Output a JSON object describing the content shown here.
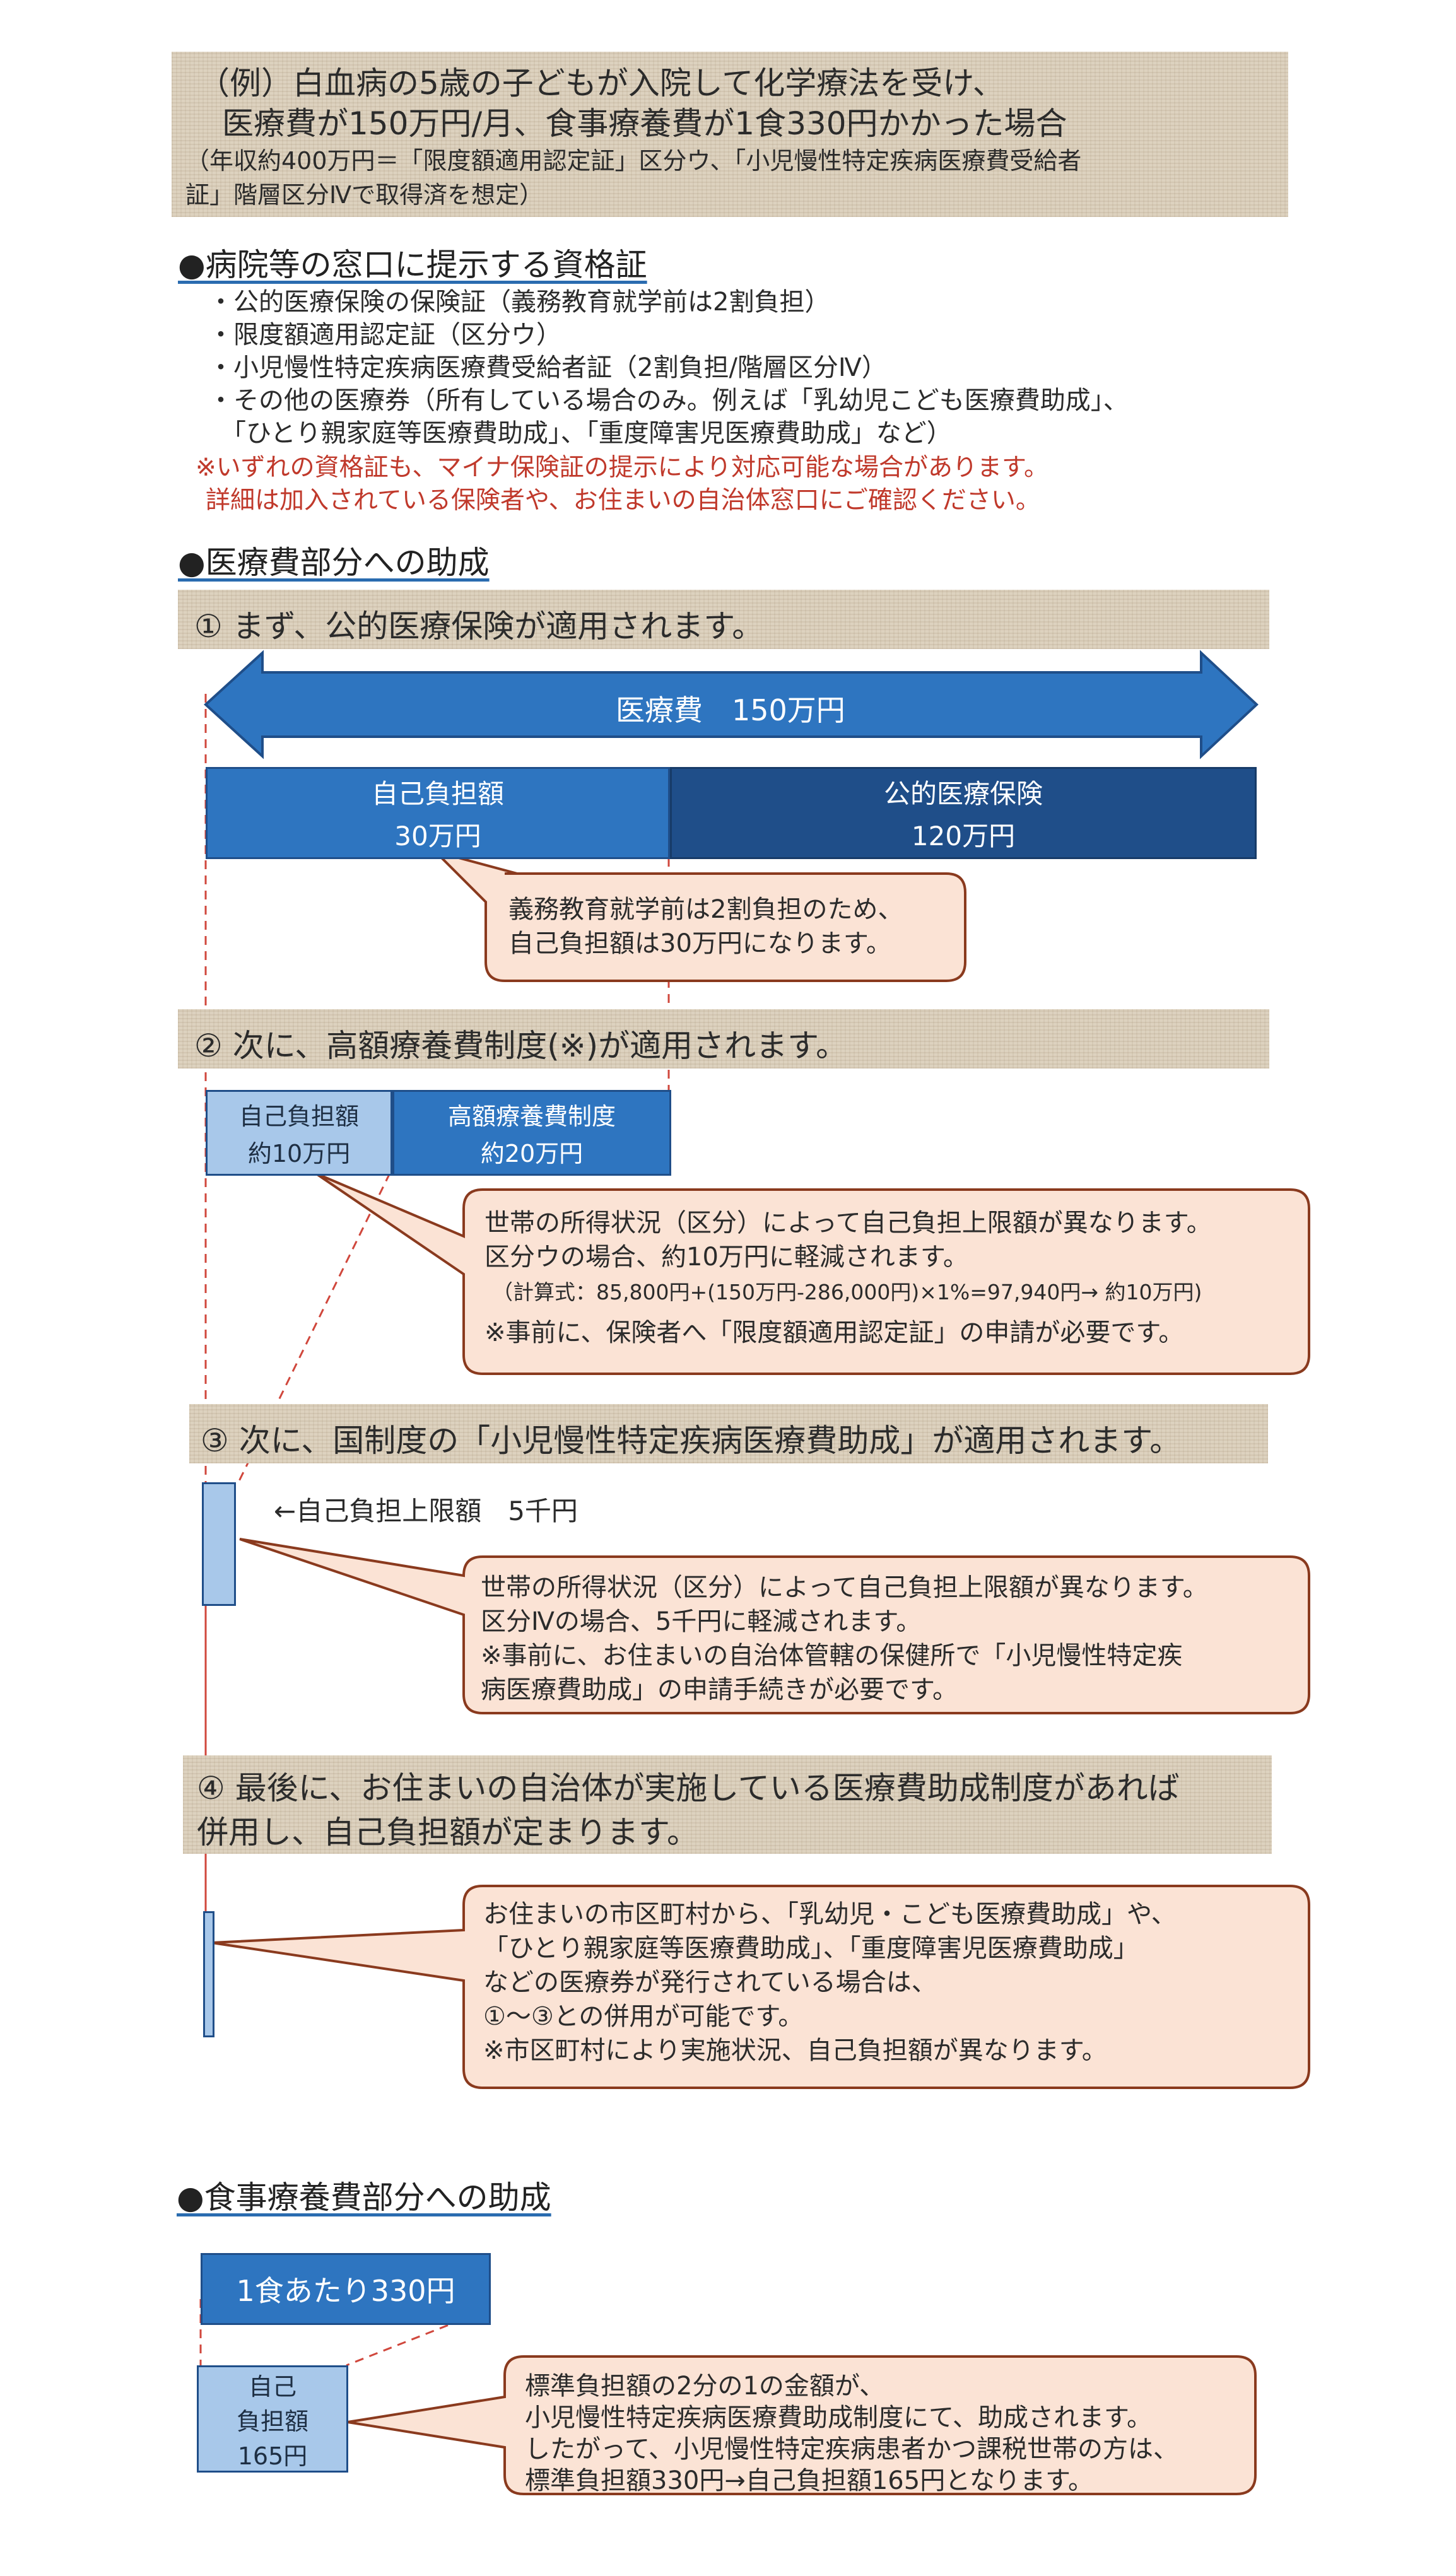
{
  "intro": {
    "line1": "（例）白血病の5歳の子どもが入院して化学療法を受け、",
    "line2": "医療費が150万円/月、食事療養費が1食330円かかった場合",
    "line3": "（年収約400万円＝「限度額適用認定証」区分ウ、「小児慢性特定疾病医療費受給者",
    "line4": "証」階層区分Ⅳで取得済を想定）"
  },
  "qualification": {
    "heading": "●病院等の窓口に提示する資格証",
    "items": [
      "・公的医療保険の保険証（義務教育就学前は2割負担）",
      "・限度額適用認定証（区分ウ）",
      "・小児慢性特定疾病医療費受給者証（2割負担/階層区分Ⅳ）",
      "・その他の医療券（所有している場合のみ。例えば「乳幼児こども医療費助成」、",
      "　「ひとり親家庭等医療費助成」、「重度障害児医療費助成」など）"
    ],
    "note1": "※いずれの資格証も、マイナ保険証の提示により対応可能な場合があります。",
    "note2": "詳細は加入されている保険者や、お住まいの自治体窓口にご確認ください。"
  },
  "medical": {
    "heading": "●医療費部分への助成",
    "step1": {
      "title": "① まず、公的医療保険が適用されます。",
      "arrow_label": "医療費　150万円",
      "self_label": "自己負担額",
      "self_amount": "30万円",
      "insurance_label": "公的医療保険",
      "insurance_amount": "120万円",
      "bubble": [
        "義務教育就学前は2割負担のため、",
        "自己負担額は30万円になります。"
      ]
    },
    "step2": {
      "title": "② 次に、高額療養費制度(※)が適用されます。",
      "self_label": "自己負担額",
      "self_amount": "約10万円",
      "high_label": "高額療養費制度",
      "high_amount": "約20万円",
      "bubble1": "世帯の所得状況（区分）によって自己負担上限額が異なります。",
      "bubble2": "区分ウの場合、約10万円に軽減されます。",
      "bubble3": "（計算式：85,800円+(150万円-286,000円)×1%=97,940円→ 約10万円)",
      "bubble4": "※事前に、保険者へ「限度額適用認定証」の申請が必要です。"
    },
    "step3": {
      "title": "③ 次に、国制度の「小児慢性特定疾病医療費助成」が適用されます。",
      "limit_label": "←自己負担上限額　5千円",
      "bubble": [
        "世帯の所得状況（区分）によって自己負担上限額が異なります。",
        "区分Ⅳの場合、5千円に軽減されます。",
        "※事前に、お住まいの自治体管轄の保健所で「小児慢性特定疾",
        "病医療費助成」の申請手続きが必要です。"
      ]
    },
    "step4": {
      "title_line1": "④ 最後に、お住まいの自治体が実施している医療費助成制度があれば",
      "title_line2": "併用し、自己負担額が定まります。",
      "bubble": [
        "お住まいの市区町村から、「乳幼児・こども医療費助成」や、",
        "「ひとり親家庭等医療費助成」、「重度障害児医療費助成」",
        "などの医療券が発行されている場合は、",
        "①～③との併用が可能です。",
        "※市区町村により実施状況、自己負担額が異なります。"
      ]
    }
  },
  "meal": {
    "heading": "●食事療養費部分への助成",
    "per_meal": "1食あたり330円",
    "self_line1": "自己",
    "self_line2": "負担額",
    "self_line3": "165円",
    "bubble": [
      "標準負担額の2分の1の金額が、",
      "小児慢性特定疾病医療費助成制度にて、助成されます。",
      "したがって、小児慢性特定疾病患者かつ課税世帯の方は、",
      "標準負担額330円→自己負担額165円となります。"
    ]
  },
  "colors": {
    "blue": "#2e75c0",
    "dark_blue": "#1f4e89",
    "light_blue": "#a8c8ea",
    "bubble_fill": "#fbe3d5",
    "bubble_stroke": "#8a3a1e",
    "dashed_red": "#d0473c",
    "note_red": "#c0392b",
    "tan": "#ddd2bf"
  }
}
